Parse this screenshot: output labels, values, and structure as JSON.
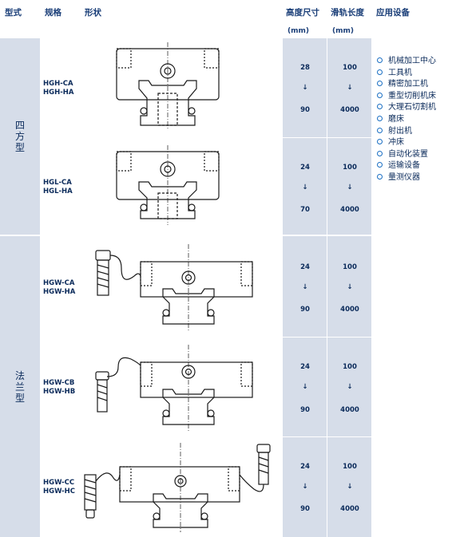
{
  "header": {
    "type": "型式",
    "model": "规格",
    "shape": "形状",
    "height": "高度尺寸",
    "height_unit": "(mm)",
    "rail": "滑轨长度",
    "rail_unit": "(mm)",
    "application": "应用设备"
  },
  "groups": [
    {
      "type": "四方型",
      "rows": [
        {
          "model1": "HGH-CA",
          "model2": "HGH-HA",
          "h_min": "28",
          "h_arrow": "↓",
          "h_max": "90",
          "r_min": "100",
          "r_arrow": "↓",
          "r_max": "4000"
        },
        {
          "model1": "HGL-CA",
          "model2": "HGL-HA",
          "h_min": "24",
          "h_arrow": "↓",
          "h_max": "70",
          "r_min": "100",
          "r_arrow": "↓",
          "r_max": "4000"
        }
      ]
    },
    {
      "type": "法兰型",
      "rows": [
        {
          "model1": "HGW-CA",
          "model2": "HGW-HA",
          "h_min": "24",
          "h_arrow": "↓",
          "h_max": "90",
          "r_min": "100",
          "r_arrow": "↓",
          "r_max": "4000"
        },
        {
          "model1": "HGW-CB",
          "model2": "HGW-HB",
          "h_min": "24",
          "h_arrow": "↓",
          "h_max": "90",
          "r_min": "100",
          "r_arrow": "↓",
          "r_max": "4000"
        },
        {
          "model1": "HGW-CC",
          "model2": "HGW-HC",
          "h_min": "24",
          "h_arrow": "↓",
          "h_max": "90",
          "r_min": "100",
          "r_arrow": "↓",
          "r_max": "4000"
        }
      ]
    }
  ],
  "applications": [
    "机械加工中心",
    "工具机",
    "精密加工机",
    "重型切削机床",
    "大理石切割机",
    "磨床",
    "射出机",
    "冲床",
    "自动化装置",
    "运输设备",
    "量测仪器"
  ],
  "colors": {
    "band": "#d6dde9",
    "text": "#0a2a5a",
    "bullet": "#1a6fc4"
  }
}
